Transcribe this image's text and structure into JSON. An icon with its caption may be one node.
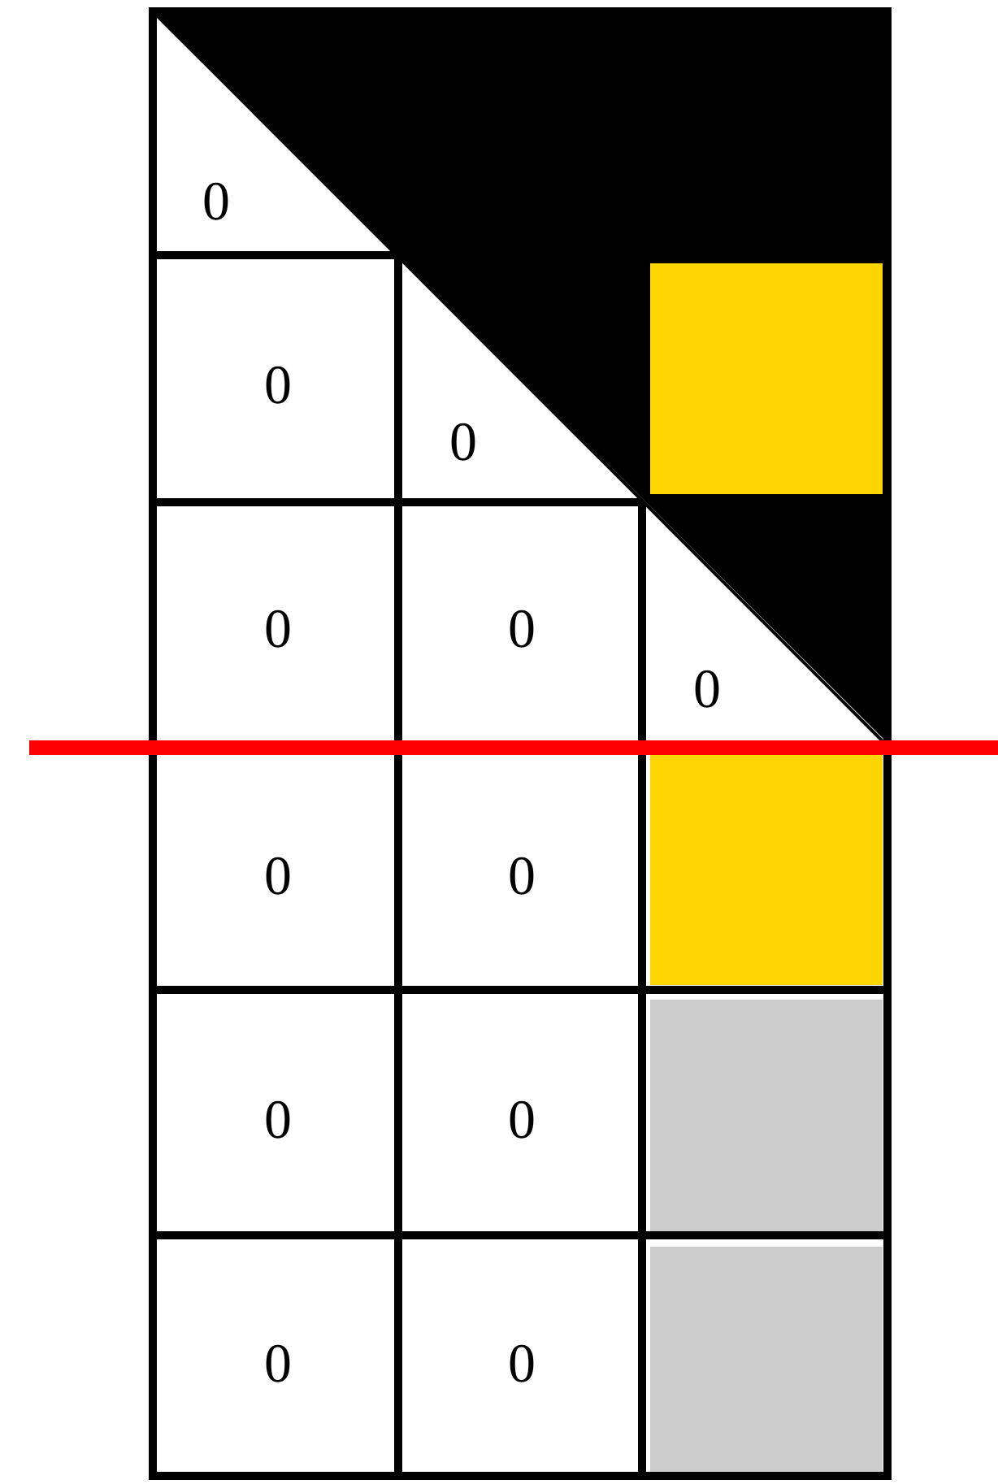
{
  "diagram": {
    "labels": [
      "0",
      "0",
      "0",
      "0",
      "0",
      "0",
      "0",
      "0",
      "0",
      "0",
      "0",
      "0"
    ]
  }
}
